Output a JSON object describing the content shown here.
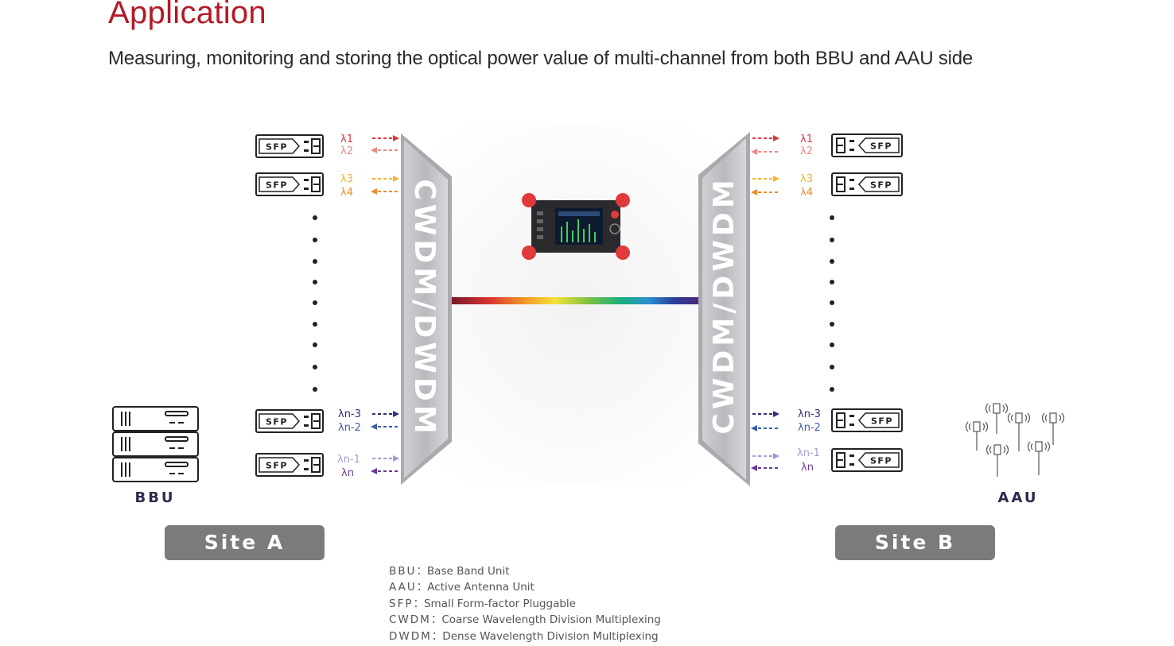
{
  "header": {
    "title": "Application",
    "subtitle": "Measuring, monitoring and storing the optical power value of multi-channel from both BBU and AAU side"
  },
  "diagram": {
    "sfp_label": "SFP",
    "mux_label": "CWDM/DWDM",
    "bbu_label": "BBU",
    "aau_label": "AAU",
    "site_a": "Site A",
    "site_b": "Site B",
    "wavelengths": {
      "l1": "λ1",
      "l2": "λ2",
      "l3": "λ3",
      "l4": "λ4",
      "ln3": "λn-3",
      "ln2": "λn-2",
      "ln1": "λn-1",
      "ln": "λn"
    },
    "colors": {
      "l1": "#e0363a",
      "l2": "#ec8a85",
      "l3": "#f5b330",
      "l4": "#f08a2a",
      "ln3": "#2d2f7a",
      "ln2": "#3a5fa8",
      "ln1": "#a49ad0",
      "ln": "#6a3b9a"
    }
  },
  "legend": [
    {
      "abbr": "BBU",
      "sep": "：",
      "desc": "Base Band Unit"
    },
    {
      "abbr": "AAU",
      "sep": "：",
      "desc": "Active Antenna Unit"
    },
    {
      "abbr": "SFP",
      "sep": "：",
      "desc": "Small Form-factor Pluggable"
    },
    {
      "abbr": "CWDM",
      "sep": "：",
      "desc": "Coarse Wavelength Division Multiplexing"
    },
    {
      "abbr": "DWDM",
      "sep": "：",
      "desc": "Dense Wavelength Division Multiplexing"
    }
  ]
}
